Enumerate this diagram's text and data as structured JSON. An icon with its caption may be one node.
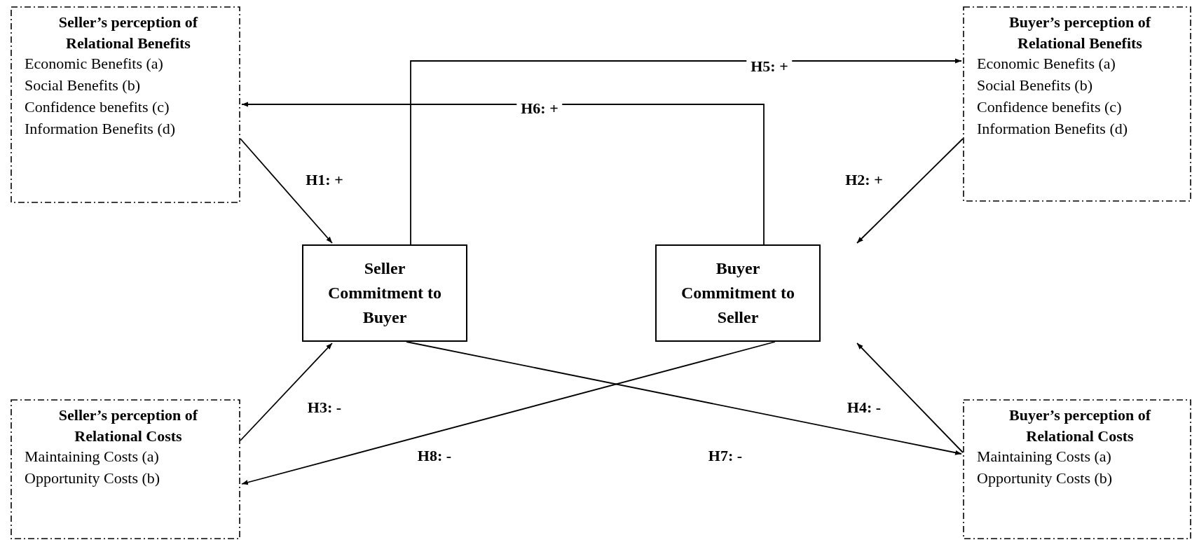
{
  "diagram": {
    "nodes": [
      {
        "text": [
          "Seller’s perception of Relational Benefits",
          "Economic Benefits (a)",
          "Social Benefits (b)",
          "Confidence benefits (c)",
          "Information Benefits (d)"
        ]
      },
      {
        "text": [
          "Buyer’s perception of Relational Benefits",
          "Economic Benefits (a)",
          "Social Benefits (b)",
          "Confidence benefits (c)",
          "Information Benefits (d)"
        ]
      },
      {
        "text": [
          "Seller Commitment to Buyer"
        ]
      },
      {
        "text": [
          "Buyer Commitment to Seller"
        ]
      },
      {
        "text": [
          "Seller’s perception of Relational Costs",
          "Maintaining Costs (a)",
          "Opportunity Costs (b)"
        ]
      },
      {
        "text": [
          "Buyer’s perception of Relational Costs",
          "Maintaining Costs (a)",
          "Opportunity Costs (b)"
        ]
      }
    ],
    "edges": [
      {
        "from": 0,
        "to": 2,
        "arrow": "to",
        "label": "H1: +"
      },
      {
        "from": 1,
        "to": 3,
        "arrow": "to",
        "label": "H2: +"
      },
      {
        "from": 4,
        "to": 2,
        "arrow": "to",
        "label": "H3: -"
      },
      {
        "from": 5,
        "to": 3,
        "arrow": "to",
        "label": "H4: -"
      },
      {
        "from": 2,
        "to": 1,
        "arrow": "to",
        "label": "H5: +"
      },
      {
        "from": 3,
        "to": 0,
        "arrow": "to",
        "label": "H6: +"
      },
      {
        "from": 2,
        "to": 5,
        "arrow": "to",
        "label": "H7: -"
      },
      {
        "from": 3,
        "to": 4,
        "arrow": "to",
        "label": "H8: -"
      }
    ]
  }
}
